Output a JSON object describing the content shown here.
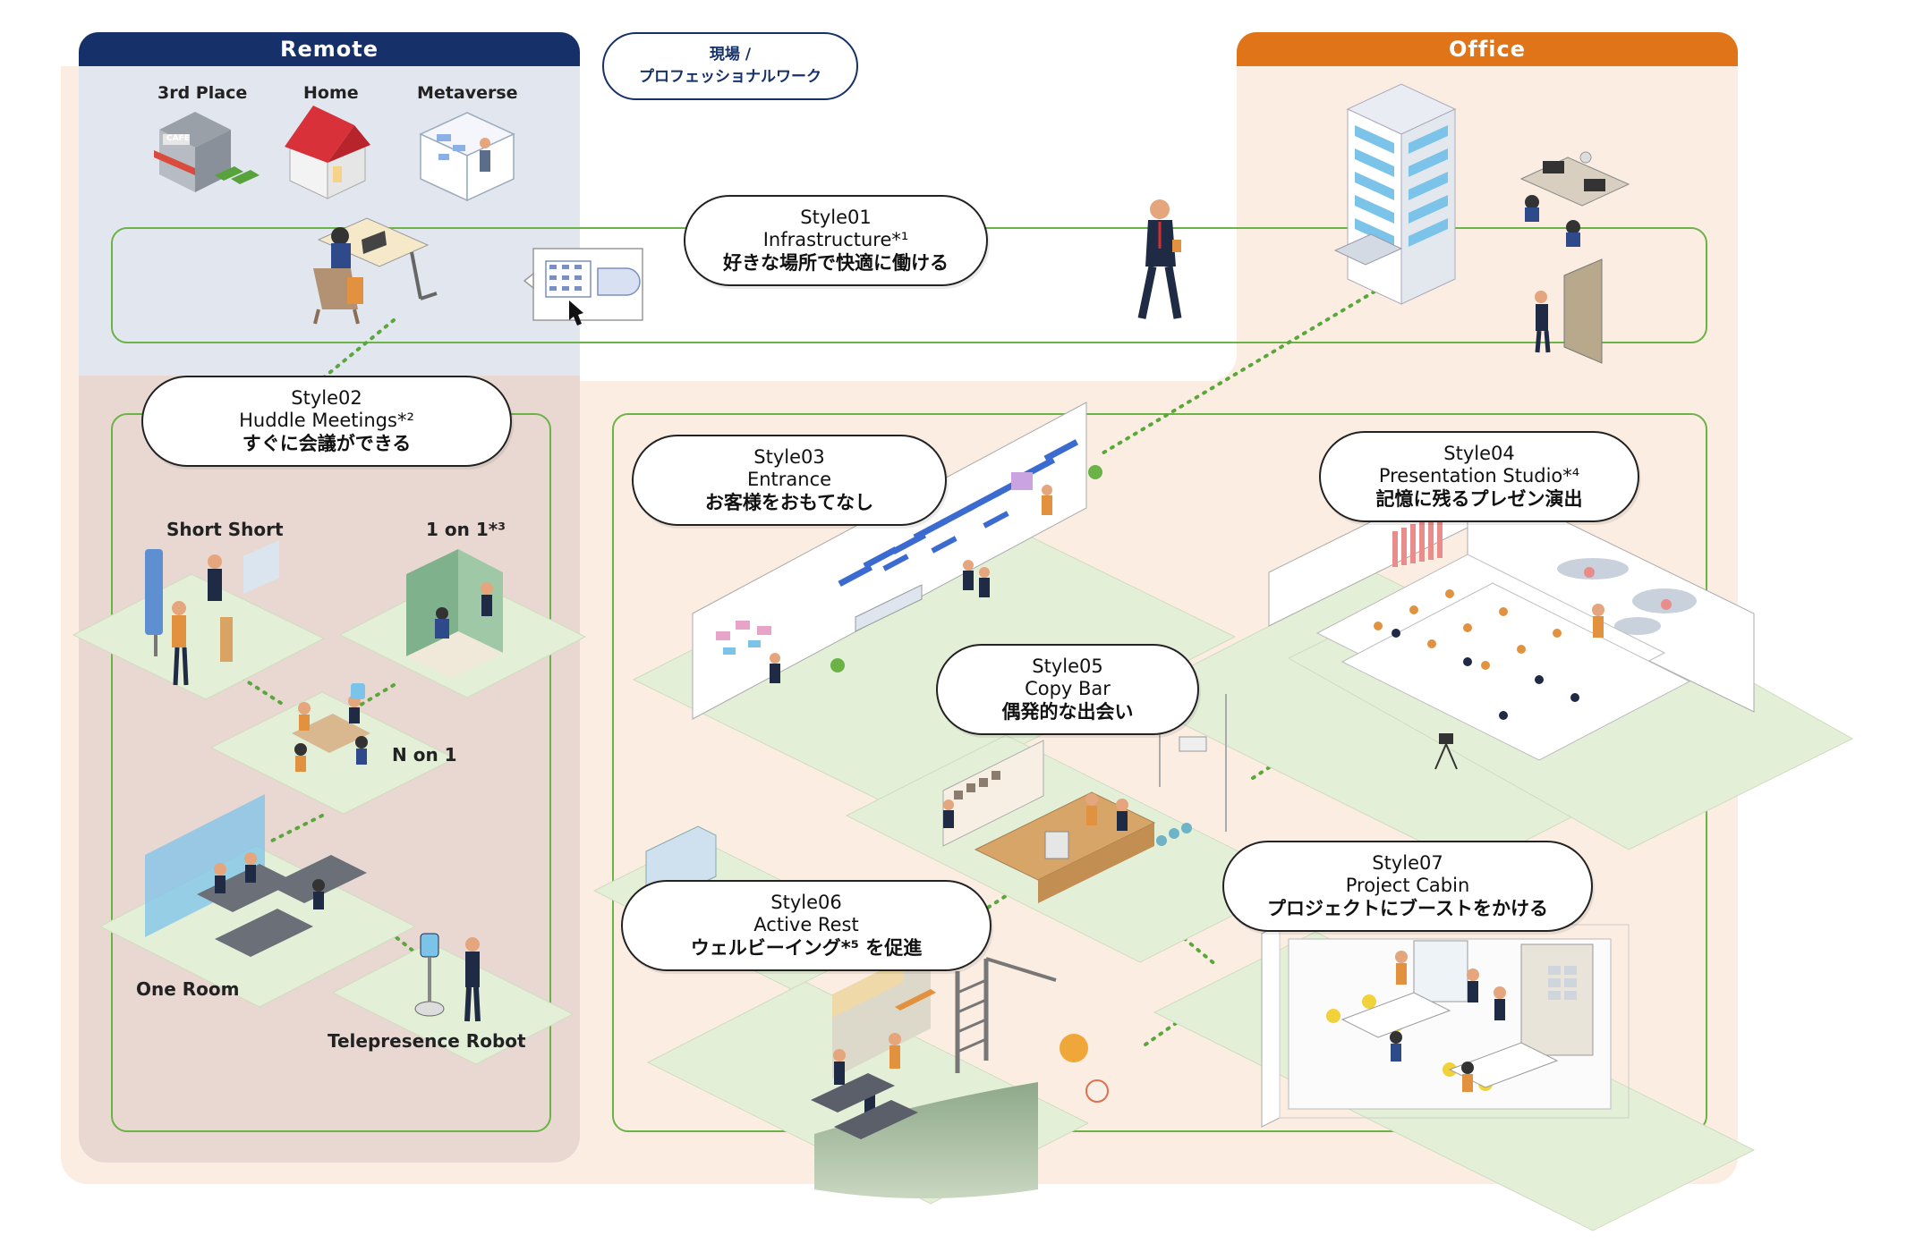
{
  "zones": {
    "remote": "Remote",
    "office": "Office",
    "onsite_line1": "現場 /",
    "onsite_line2": "プロフェッショナルワーク"
  },
  "remote_places": {
    "third_place": "3rd Place",
    "home": "Home",
    "metaverse": "Metaverse",
    "shop_sign": "CAFE"
  },
  "huddle_labels": {
    "short_short": "Short Short",
    "one_on_one": "1 on 1*³",
    "n_on_1": "N on 1",
    "one_room": "One Room",
    "telepresence": "Telepresence Robot"
  },
  "styles": [
    {
      "id": "Style01",
      "name": "Infrastructure*¹",
      "desc": "好きな場所で快適に働ける"
    },
    {
      "id": "Style02",
      "name": "Huddle Meetings*²",
      "desc": "すぐに会議ができる"
    },
    {
      "id": "Style03",
      "name": "Entrance",
      "desc": "お客様をおもてなし"
    },
    {
      "id": "Style04",
      "name": "Presentation Studio*⁴",
      "desc": "記憶に残るプレゼン演出"
    },
    {
      "id": "Style05",
      "name": "Copy Bar",
      "desc": "偶発的な出会い"
    },
    {
      "id": "Style06",
      "name": "Active Rest",
      "desc": "ウェルビーイング*⁵ を促進"
    },
    {
      "id": "Style07",
      "name": "Project Cabin",
      "desc": "プロジェクトにブーストをかける"
    }
  ],
  "colors": {
    "remote_header": "#16306a",
    "office_header": "#e07418",
    "office_bg": "#fbede2",
    "remote_bg": "#e2e6ef",
    "huddle_bg": "#e9d8d2",
    "tile_green": "#e4efd8",
    "connector_green": "#5aa83b"
  }
}
